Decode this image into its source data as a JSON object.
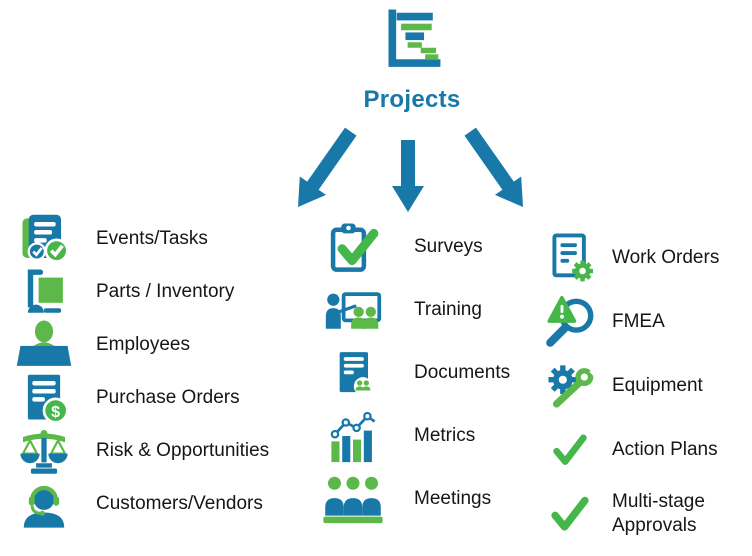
{
  "header": {
    "title": "Projects",
    "icon": "gantt-chart-icon",
    "title_color": "#1878a8"
  },
  "colors": {
    "blue": "#1878a8",
    "green": "#5cb848",
    "check_green": "#45b649",
    "text": "#161616",
    "background": "#ffffff"
  },
  "arrows": [
    {
      "icon": "arrow-down-left-icon"
    },
    {
      "icon": "arrow-down-icon"
    },
    {
      "icon": "arrow-down-right-icon"
    }
  ],
  "columns": [
    {
      "name": "left",
      "items": [
        {
          "label": "Events/Tasks",
          "icon": "tasks-checklist-icon"
        },
        {
          "label": "Parts / Inventory",
          "icon": "hand-truck-icon"
        },
        {
          "label": "Employees",
          "icon": "employee-desk-icon"
        },
        {
          "label": "Purchase Orders",
          "icon": "document-dollar-icon"
        },
        {
          "label": "Risk & Opportunities",
          "icon": "balance-scale-icon"
        },
        {
          "label": "Customers/Vendors",
          "icon": "support-agent-icon"
        }
      ]
    },
    {
      "name": "middle",
      "items": [
        {
          "label": "Surveys",
          "icon": "clipboard-check-icon"
        },
        {
          "label": "Training",
          "icon": "presenter-audience-icon"
        },
        {
          "label": "Documents",
          "icon": "document-people-icon"
        },
        {
          "label": "Metrics",
          "icon": "bar-line-chart-icon"
        },
        {
          "label": "Meetings",
          "icon": "people-group-icon"
        }
      ]
    },
    {
      "name": "right",
      "items": [
        {
          "label": "Work Orders",
          "icon": "document-gear-icon"
        },
        {
          "label": "FMEA",
          "icon": "magnifier-warning-icon"
        },
        {
          "label": "Equipment",
          "icon": "gear-wrench-icon"
        },
        {
          "label": "Action Plans",
          "icon": "checkmark-icon"
        },
        {
          "label": "Multi-stage Approvals",
          "icon": "checkmark-icon"
        }
      ]
    }
  ]
}
